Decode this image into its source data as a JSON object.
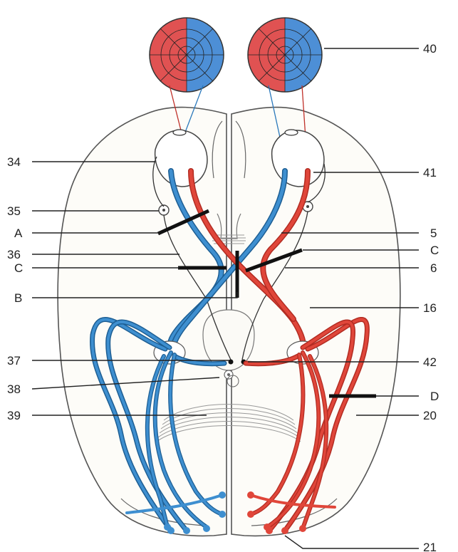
{
  "labels": {
    "n34": "34",
    "n35": "35",
    "nA": "A",
    "n36": "36",
    "nCleft": "C",
    "nB": "B",
    "n37": "37",
    "n38": "38",
    "n39": "39",
    "n40": "40",
    "n41": "41",
    "n5": "5",
    "nCright": "C",
    "n6": "6",
    "n16": "16",
    "n42": "42",
    "nD": "D",
    "n20": "20",
    "n21": "21"
  },
  "colors": {
    "temporal_field": "#e0463a",
    "nasal_field": "#3e8fd0"
  }
}
